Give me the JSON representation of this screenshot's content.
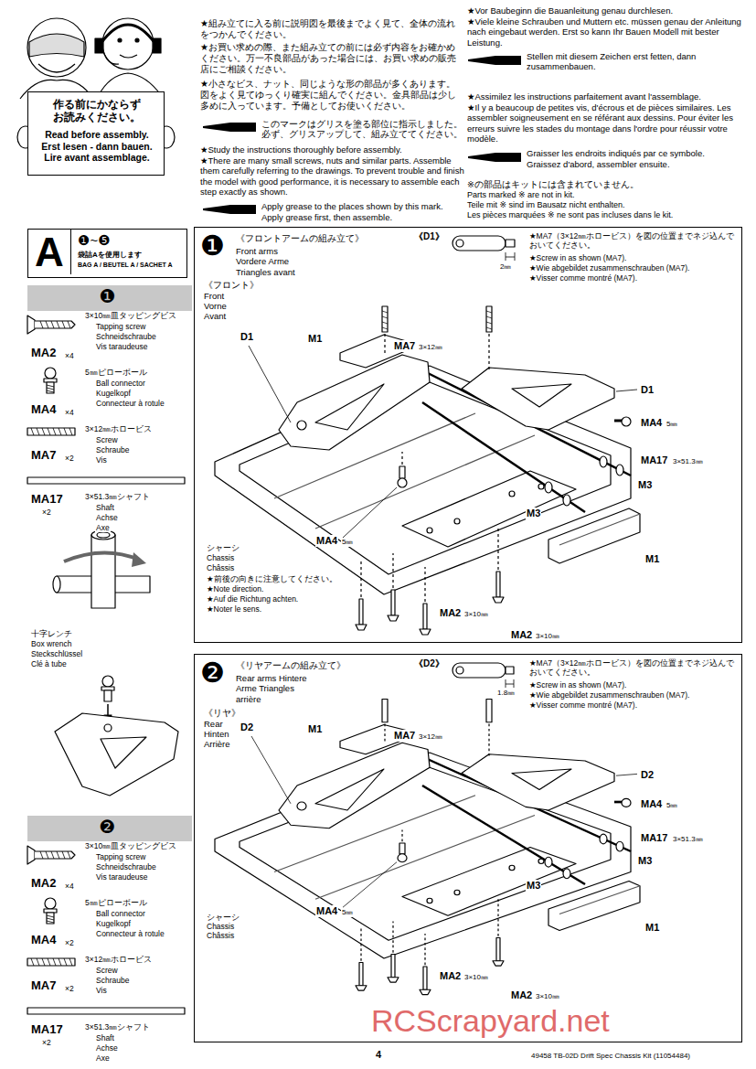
{
  "diagram": {
    "nodes": [
      {
        "text": [
          "作る前にかならず お読みください。",
          "Read before assembly. Erst lesen - dann bauen. Lire avant assemblage."
        ]
      },
      {
        "text": [
          "A",
          "❶~❺",
          "袋詰Aを使用します",
          "BAG A / BEUTEL A / SACHET A"
        ]
      },
      {
        "text": [
          "❶"
        ]
      },
      {
        "text": [
          "❷"
        ]
      },
      {
        "text": [
          "❶",
          "《フロントアームの組み立て》",
          "Front arms Vordere Arme Triangles avant"
        ]
      },
      {
        "text": [
          "❷",
          "《リヤアームの組み立て》",
          "Rear arms Hintere Arme Triangles arrière"
        ]
      }
    ],
    "labels": [
      "★組み立てに入る前に説明図を最後までよく見て、全体の流れをつかんでください。",
      "★お買い求めの際、また組み立ての前には必ず内容をお確かめください。万一不良部品があった場合には、お買い求めの販売店にご相談ください。",
      "★小さなビス、ナット、同じような形の部品が多くあります。図をよく見てゆっくり確実に組んでください。金具部品は少し多めに入っています。予備としてお使いください。",
      "このマークはグリスを塗る部位に指示しました。必ず、グリスアップして、組み立ててください。",
      "★Study the instructions thoroughly before assembly.",
      "★There are many small screws, nuts and similar parts. Assemble them carefully referring to the drawings. To prevent trouble and finish the model with good performance, it is necessary to assemble each step exactly as shown.",
      "Apply grease to the places shown by this mark.",
      "Apply grease first, then assemble.",
      "★Vor Baubeginn die Bauanleitung genau durchlesen.",
      "★Viele kleine Schrauben und Muttern etc. müssen genau der Anleitung nach eingebaut werden. Erst so kann Ihr Bauen Modell mit bester Leistung.",
      "Stellen mit diesem Zeichen erst fetten, dann zusammenbauen.",
      "★Assimilez les instructions parfaitement avant l'assemblage.",
      "★Il y a beaucoup de petites vis, d'écrous et de pièces similaires. Les assembler soigneusement en se référant aux dessins. Pour éviter les erreurs suivre les stades du montage dans l'ordre pour réussir votre modèle.",
      "Graisser les endroits indiqués par ce symbole.",
      "Graissez d'abord, assembler ensuite.",
      "※の部品はキットには含まれていません。",
      "Parts marked ※ are not in kit.",
      "Teile mit ※ sind im Bausatz nicht enthalten.",
      "Les pièces marquées ※ ne sont pas incluses dans le kit.",
      "3×10㎜皿タッピングビス",
      "Tapping screw",
      "Schneidschraube",
      "Vis taraudeuse",
      "MA2",
      "×4",
      "5㎜ピローボール",
      "Ball connector",
      "Kugelkopf",
      "Connecteur à rotule",
      "MA4",
      "×4",
      "3×12㎜ホロービス",
      "Screw",
      "Schraube",
      "Vis",
      "MA7",
      "×2",
      "MA17",
      "×2",
      "3×51.3㎜シャフト",
      "Shaft",
      "Achse",
      "Axe",
      "十字レンチ",
      "Box wrench",
      "Steckschlüssel",
      "Clé à tube",
      "3×10㎜皿タッピングビス",
      "Tapping screw",
      "Schneidschraube",
      "Vis taraudeuse",
      "MA2",
      "×4",
      "5㎜ピローボール",
      "Ball connector",
      "Kugelkopf",
      "Connecteur à rotule",
      "MA4",
      "×2",
      "3×12㎜ホロービス",
      "Screw",
      "Schraube",
      "Vis",
      "MA7",
      "×2",
      "MA17",
      "×2",
      "3×51.3㎜シャフト",
      "Shaft",
      "Achse",
      "Axe",
      "《D1》",
      "★MA7（3×12㎜ホロービス）を図の位置までネジ込んでおいてください。",
      "★Screw in as shown (MA7).",
      "★Wie abgebildet zusammenschrauben (MA7).",
      "★Visser comme montré (MA7).",
      "2㎜",
      "《フロント》",
      "Front",
      "Vorne",
      "Avant",
      "MA7",
      "3×12㎜",
      "M1",
      "D1",
      "D1",
      "MA4",
      "5㎜",
      "MA17",
      "3×51.3㎜",
      "M3",
      "M3",
      "M1",
      "シャーシ",
      "Chassis",
      "Châssis",
      "MA4",
      "5㎜",
      "★前後の向きに注意してください。",
      "★Note direction.",
      "★Auf die Richtung achten.",
      "★Noter le sens.",
      "MA2",
      "3×10㎜",
      "MA2",
      "3×10㎜",
      "《D2》",
      "★MA7（3×12㎜ホロービス）を図の位置までネジ込んでおいてください。",
      "★Screw in as shown (MA7).",
      "★Wie abgebildet zusammenschrauben (MA7).",
      "★Visser comme montré (MA7).",
      "1.8㎜",
      "《リヤ》",
      "Rear",
      "Hinten",
      "Arrière",
      "M1",
      "MA7",
      "3×12㎜",
      "D2",
      "D2",
      "MA4",
      "5㎜",
      "MA17",
      "3×51.3㎜",
      "M3",
      "M3",
      "M1",
      "シャーシ",
      "Chassis",
      "Châssis",
      "MA4",
      "5㎜",
      "MA2",
      "3×10㎜",
      "MA2",
      "3×10㎜",
      "4",
      "49458 TB-02D Drift Spec Chassis Kit (11054484)",
      "RCScrapyard.net"
    ]
  }
}
